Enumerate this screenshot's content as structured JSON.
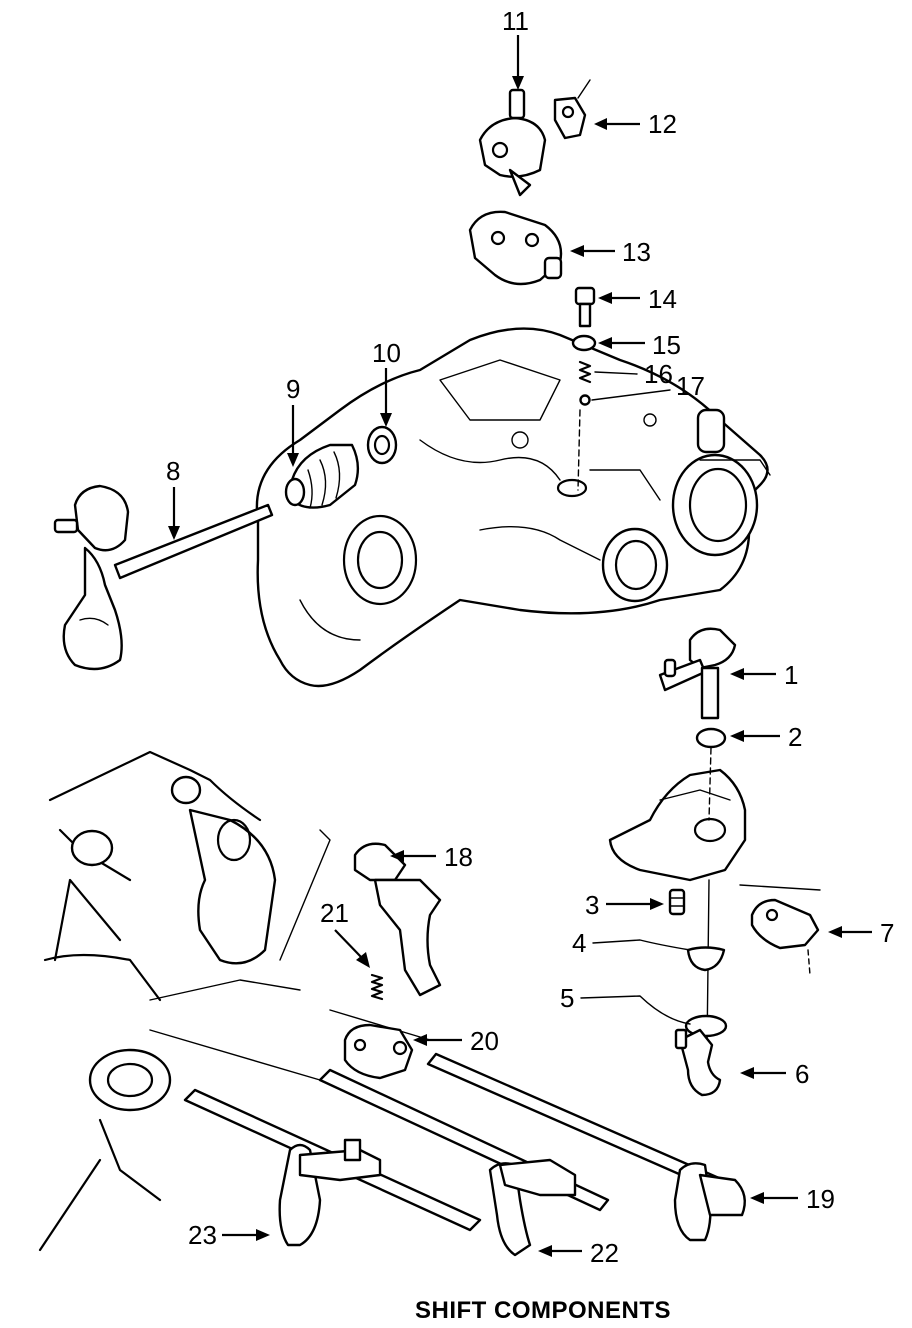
{
  "diagram": {
    "caption": "SHIFT COMPONENTS",
    "callouts": [
      "1",
      "2",
      "3",
      "4",
      "5",
      "6",
      "7",
      "8",
      "9",
      "10",
      "11",
      "12",
      "13",
      "14",
      "15",
      "16",
      "17",
      "18",
      "19",
      "20",
      "21",
      "22",
      "23"
    ]
  }
}
